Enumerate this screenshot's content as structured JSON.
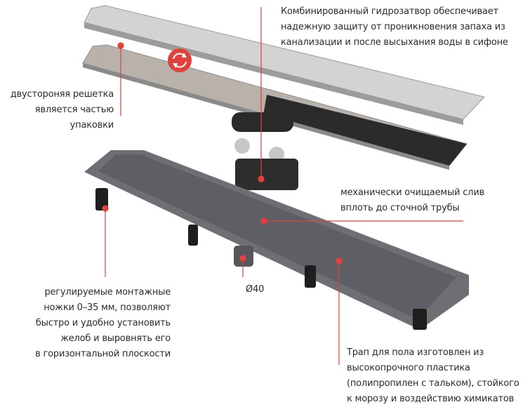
{
  "callouts": {
    "siphon": {
      "lines": [
        "Комбинированный гидрозатвор обеспечивает",
        "надежную защиту от проникновения запаха из",
        "канализации и после высыхания воды в сифоне"
      ]
    },
    "grate": {
      "lines": [
        "двустороняя решетка",
        "является частью",
        "упаковки"
      ]
    },
    "cleaning": {
      "lines": [
        "механически очищаемый слив",
        "вплоть до сточной трубы"
      ]
    },
    "legs": {
      "lines": [
        "регулируемые монтажные",
        "ножки 0–35 мм, позволяют",
        "быстро и удобно установить",
        "желоб и выровнять его",
        "в горизонтальной плоскости"
      ]
    },
    "outlet": {
      "label": "Ø40"
    },
    "material": {
      "lines": [
        "Трап для пола изготовлен из",
        "высокопрочного пластика",
        "(полипропилен с тальком), стойкого",
        "к морозу и воздействию химикатов"
      ]
    }
  },
  "colors": {
    "accent": "#e2403a",
    "text": "#2b2b2b",
    "plastic": "#6e7075",
    "steel": "#c9c9c9"
  },
  "icons": [
    "reversible-icon"
  ]
}
